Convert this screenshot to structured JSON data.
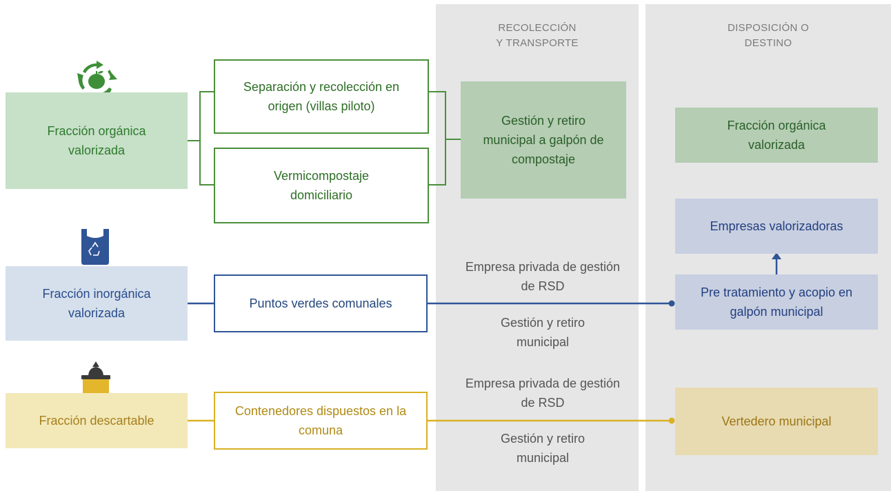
{
  "columns": {
    "collection": "RECOLECCIÓN\nY TRANSPORTE",
    "destination": "DISPOSICIÓN O\nDESTINO"
  },
  "sources": {
    "organic": "Fracción orgánica valorizada",
    "inorganic": "Fracción inorgánica valorizada",
    "disposable": "Fracción descartable"
  },
  "origin": {
    "separation": "Separación y recolección en origen (villas piloto)",
    "vermicompost": "Vermicompostaje domiciliario",
    "green_points": "Puntos verdes comunales",
    "containers": "Contenedores dispuestos en la comuna"
  },
  "collection": {
    "organic_management": "Gestión y retiro municipal a galpón de compostaje",
    "inorganic_private": "Empresa privada de gestión de RSD",
    "inorganic_municipal": "Gestión y retiro municipal",
    "disposable_private": "Empresa privada de gestión de RSD",
    "disposable_municipal": "Gestión y retiro municipal"
  },
  "destination": {
    "organic": "Fracción orgánica valorizada",
    "companies": "Empresas valorizadoras",
    "pretreatment": "Pre tratamiento y acopio en galpón municipal",
    "landfill": "Vertedero municipal"
  },
  "icons": {
    "organic": "recycle-apple-icon",
    "inorganic": "recycle-bag-icon",
    "disposable": "trash-bin-icon"
  },
  "colors": {
    "green": "#4a8f3a",
    "blue": "#2f5597",
    "yellow": "#dbb124"
  }
}
